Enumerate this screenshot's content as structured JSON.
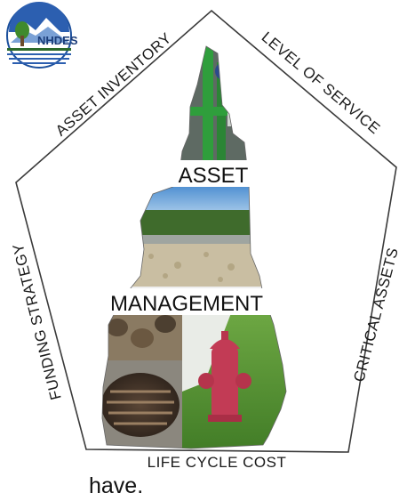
{
  "logo": {
    "text": "NHDES"
  },
  "pentagon_labels": {
    "top_left": "ASSET INVENTORY",
    "top_right": "LEVEL OF SERVICE",
    "right": "CRITICAL ASSETS",
    "bottom": "LIFE CYCLE COST",
    "left": "FUNDING STRATEGY"
  },
  "center": {
    "line1": "ASSET",
    "line2": "MANAGEMENT"
  },
  "caption": "have."
}
